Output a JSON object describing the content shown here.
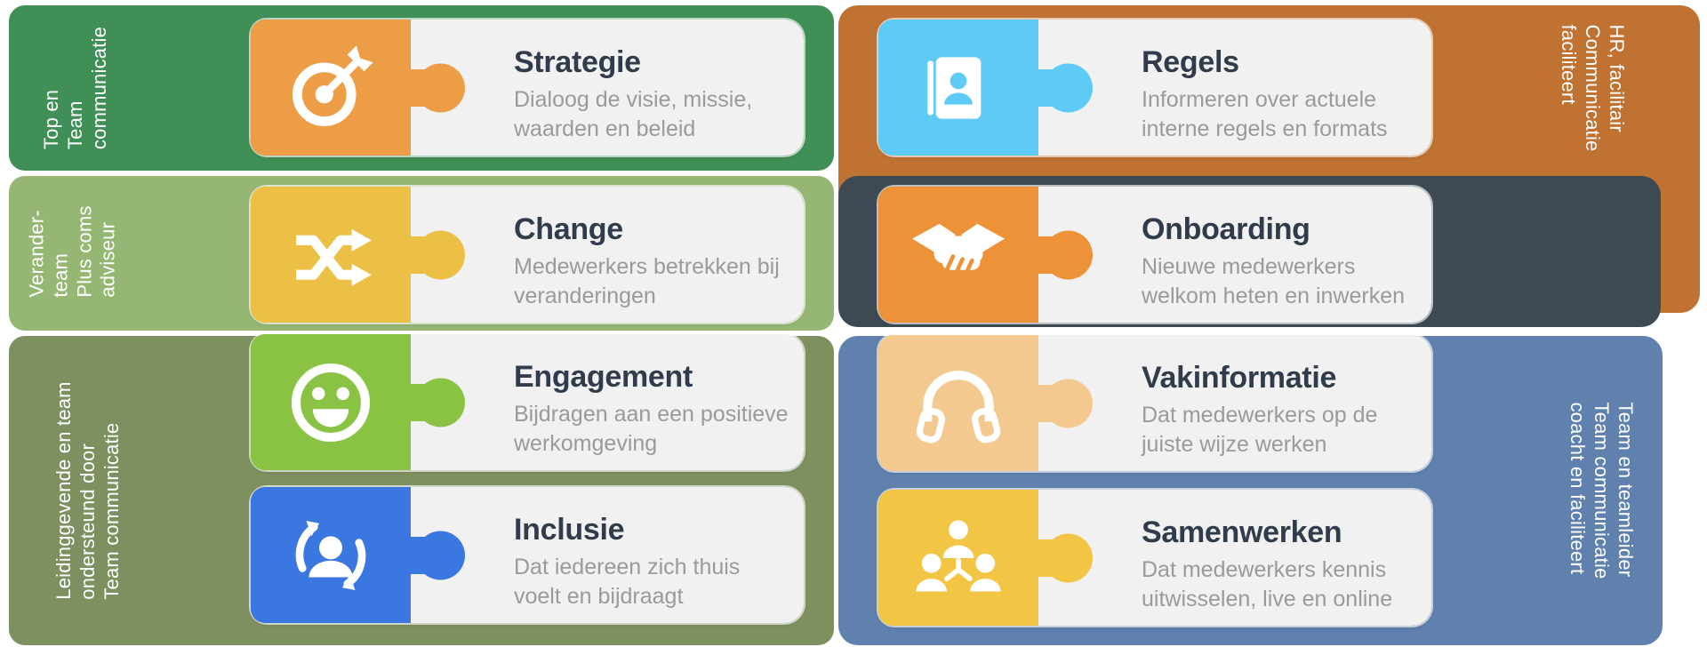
{
  "page": {
    "background": "#FFFFFF",
    "type": "puzzle-infographic"
  },
  "bands": {
    "left_top": {
      "label": "Top en\nTeam\ncommunicatie",
      "color": "#3F8F56"
    },
    "left_middle": {
      "label": "Verander-\nteam\nPlus coms\nadviseur",
      "color": "#96B674"
    },
    "left_bottom": {
      "label": "Leidinggevende en team\nondersteund door\nTeam communicatie",
      "color": "#7E9060"
    },
    "right_top": {
      "label": "HR, facilitair\nCommunicatie\nfaciliteert",
      "color": "#BF7231"
    },
    "right_middle": {
      "label": "",
      "color": "#3E4A53"
    },
    "right_bottom": {
      "label": "Team en teamleider\nTeam communicatie\ncoacht en faciliteert",
      "color": "#6081AD"
    }
  },
  "colors": {
    "card_body": "#F1F1F1",
    "title": "#303C4B",
    "description": "#9A9A9A"
  },
  "cards": [
    {
      "id": "strategie",
      "title": "Strategie",
      "description": "Dialoog de visie, missie,\nwaarden en beleid",
      "icon": "target-dart-icon",
      "icon_color": "#EC9D45"
    },
    {
      "id": "change",
      "title": "Change",
      "description": "Medewerkers betrekken bij\nveranderingen",
      "icon": "shuffle-arrows-icon",
      "icon_color": "#EBC045"
    },
    {
      "id": "engagement",
      "title": "Engagement",
      "description": "Bijdragen aan een positieve\nwerkomgeving",
      "icon": "smiley-icon",
      "icon_color": "#8AC344"
    },
    {
      "id": "inclusie",
      "title": "Inclusie",
      "description": "Dat iedereen zich thuis\nvoelt en bijdraagt",
      "icon": "person-cycle-icon",
      "icon_color": "#3B77E0"
    },
    {
      "id": "regels",
      "title": "Regels",
      "description": "Informeren over actuele\ninterne regels en formats",
      "icon": "contact-book-icon",
      "icon_color": "#5ECBF6"
    },
    {
      "id": "onboarding",
      "title": "Onboarding",
      "description": "Nieuwe medewerkers\nwelkom heten en inwerken",
      "icon": "handshake-icon",
      "icon_color": "#EE9239"
    },
    {
      "id": "vakinformatie",
      "title": "Vakinformatie",
      "description": "Dat medewerkers op de\njuiste wijze werken",
      "icon": "headphones-icon",
      "icon_color": "#F4C990"
    },
    {
      "id": "samenwerken",
      "title": "Samenwerken",
      "description": "Dat medewerkers kennis\nuitwisselen, live en online",
      "icon": "team-network-icon",
      "icon_color": "#F2C544"
    }
  ]
}
